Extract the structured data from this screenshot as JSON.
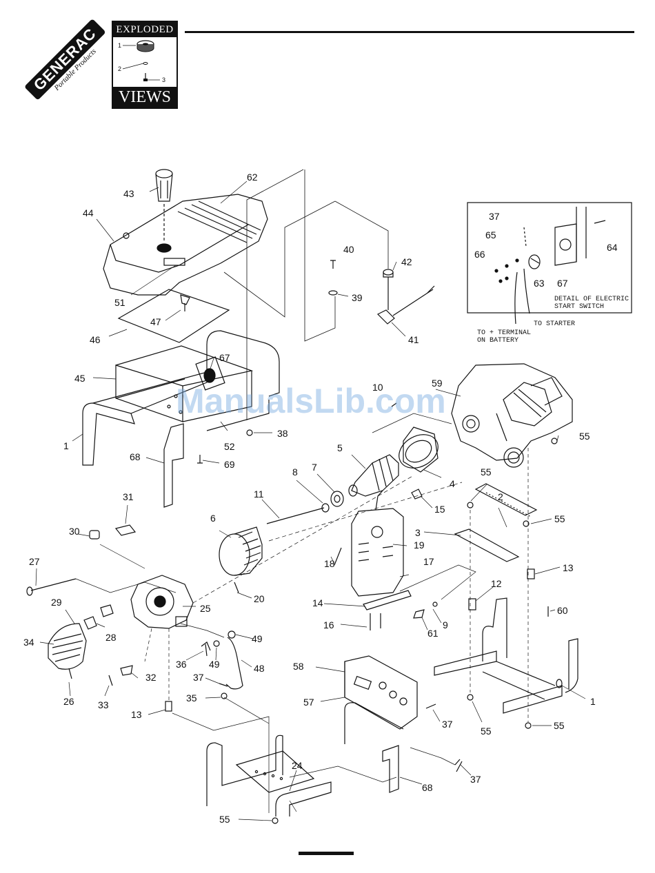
{
  "header": {
    "logo_text": "GENERAC",
    "logo_subtext": "Portable Products",
    "badge_top": "EXPLODED",
    "badge_bottom": "VIEWS",
    "badge_callouts": [
      "1",
      "2",
      "3"
    ]
  },
  "watermark": "ManualsLib.com",
  "detail_box": {
    "caption_line1": "DETAIL OF ELECTRIC",
    "caption_line2": "START SWITCH",
    "battery_line1": "TO + TERMINAL",
    "battery_line2": "ON BATTERY",
    "starter": "TO STARTER"
  },
  "callouts": {
    "c1": "1",
    "c2": "2",
    "c3": "3",
    "c4": "4",
    "c5": "5",
    "c6": "6",
    "c7": "7",
    "c8": "8",
    "c9": "9",
    "c10": "10",
    "c11": "11",
    "c12": "12",
    "c13": "13",
    "c14": "14",
    "c15": "15",
    "c16": "16",
    "c17": "17",
    "c18": "18",
    "c19": "19",
    "c20": "20",
    "c24": "24",
    "c25": "25",
    "c26": "26",
    "c27": "27",
    "c28": "28",
    "c29": "29",
    "c30": "30",
    "c31": "31",
    "c32": "32",
    "c33": "33",
    "c34": "34",
    "c35": "35",
    "c36": "36",
    "c37": "37",
    "c38": "38",
    "c39": "39",
    "c40": "40",
    "c41": "41",
    "c42": "42",
    "c43": "43",
    "c44": "44",
    "c45": "45",
    "c46": "46",
    "c47": "47",
    "c48": "48",
    "c49": "49",
    "c51": "51",
    "c52": "52",
    "c55": "55",
    "c57": "57",
    "c58": "58",
    "c59": "59",
    "c60": "60",
    "c61": "61",
    "c62": "62",
    "c63": "63",
    "c64": "64",
    "c65": "65",
    "c66": "66",
    "c67": "67",
    "c68": "68",
    "c69": "69"
  },
  "colors": {
    "ink": "#111111",
    "paper": "#ffffff",
    "watermark": "#78aae1"
  }
}
